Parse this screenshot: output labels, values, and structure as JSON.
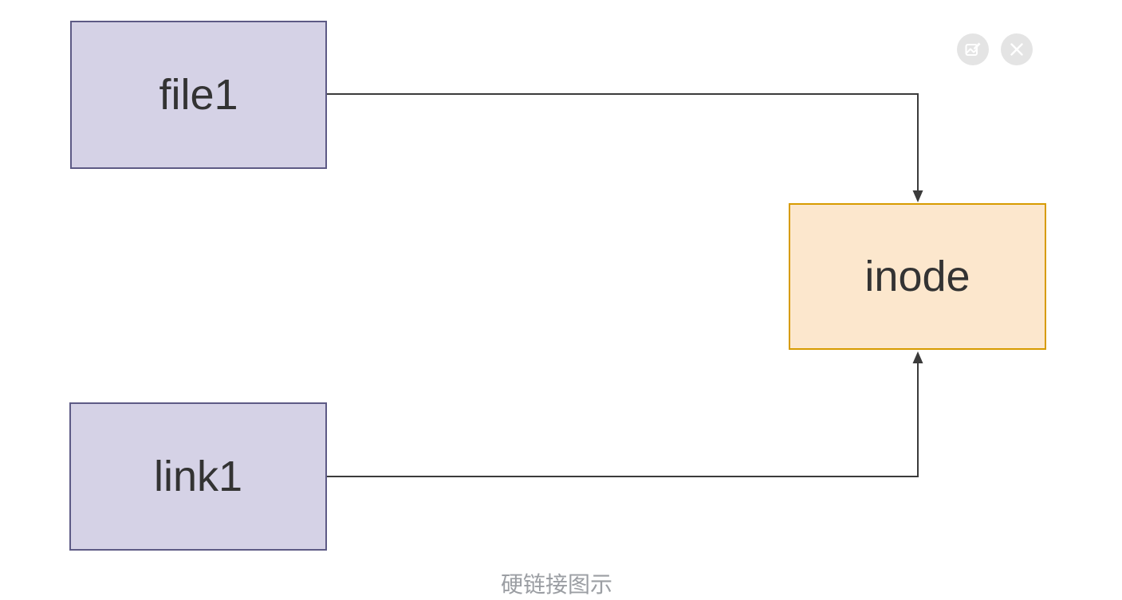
{
  "diagram": {
    "type": "flow-diagram",
    "caption": "硬链接图示",
    "nodes": [
      {
        "id": "file1",
        "label": "file1",
        "fill": "#d5d2e6",
        "border": "#5d5a85"
      },
      {
        "id": "link1",
        "label": "link1",
        "fill": "#d5d2e6",
        "border": "#5d5a85"
      },
      {
        "id": "inode",
        "label": "inode",
        "fill": "#fce7cd",
        "border": "#d79b00"
      }
    ],
    "edges": [
      {
        "from": "file1",
        "to": "inode",
        "style": "orthogonal",
        "arrowhead": "filled-triangle"
      },
      {
        "from": "link1",
        "to": "inode",
        "style": "orthogonal",
        "arrowhead": "filled-triangle"
      }
    ],
    "colors": {
      "edge": "#3b3b3b",
      "node_label": "#333333",
      "caption": "#9b9ea3",
      "background": "#ffffff"
    }
  },
  "controls": {
    "edit_button": {
      "icon": "edit-image-icon"
    },
    "close_button": {
      "icon": "close-icon"
    },
    "button_bg": "#e4e4e4",
    "glyph_color": "#ffffff"
  }
}
